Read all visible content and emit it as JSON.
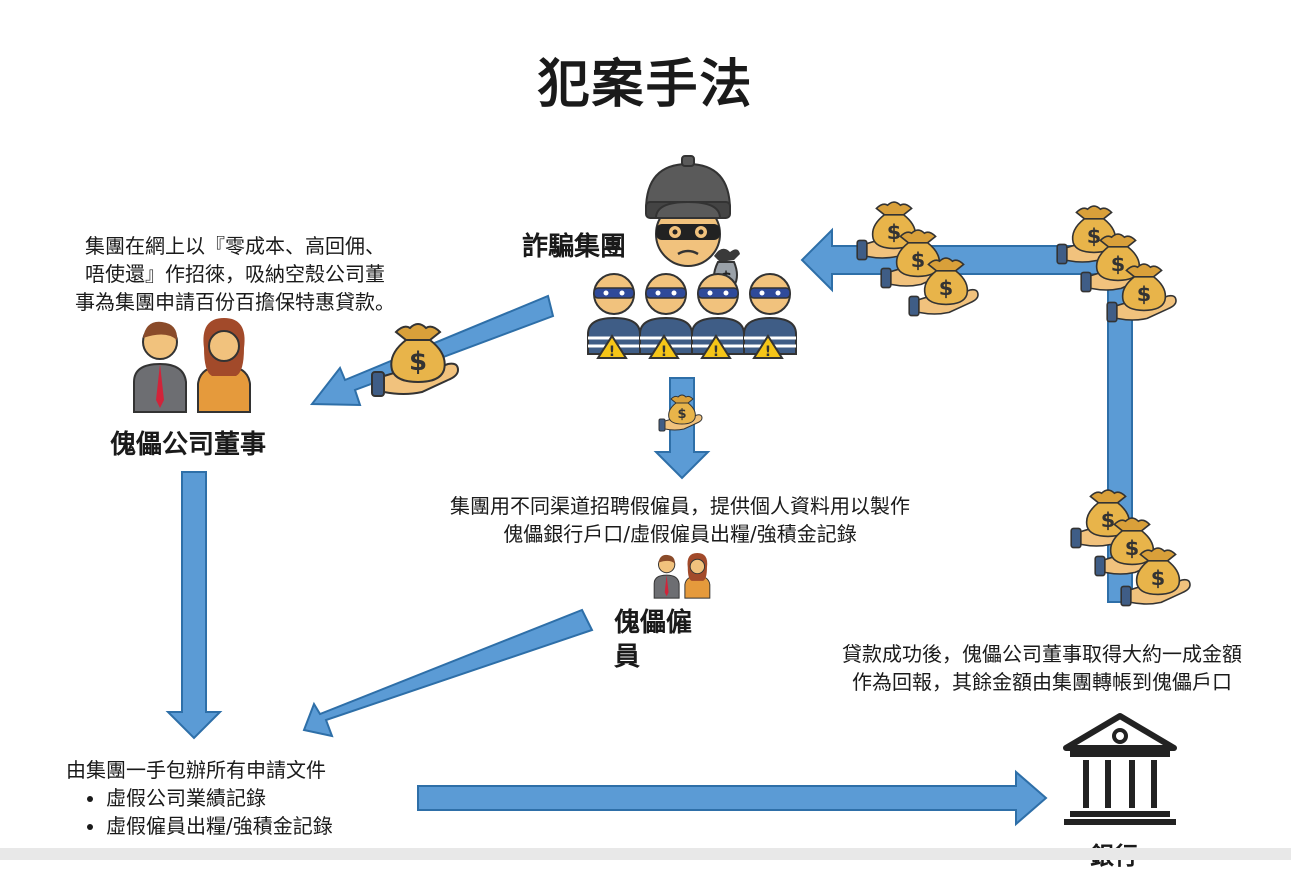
{
  "title": "犯案手法",
  "fraud_group": {
    "label": "詐騙集團"
  },
  "director": {
    "description_lines": [
      "集團在網上以『零成本、高回佣、",
      "唔使還』作招徠，吸納空殼公司董",
      "事為集團申請百份百擔保特惠貸款。"
    ],
    "label": "傀儡公司董事"
  },
  "employee": {
    "description_lines": [
      "集團用不同渠道招聘假僱員，提供個人資料用以製作",
      "傀儡銀行戶口/虛假僱員出糧/強積金記錄"
    ],
    "label_lines": [
      "傀儡僱",
      "員"
    ]
  },
  "documents": {
    "heading": "由集團一手包辦所有申請文件",
    "items": [
      "虛假公司業績記錄",
      "虛假僱員出糧/強積金記錄"
    ]
  },
  "payout": {
    "description_lines": [
      "貸款成功後，傀儡公司董事取得大約一成金額",
      "作為回報，其餘金額由集團轉帳到傀儡戶口"
    ]
  },
  "bank": {
    "label": "銀行"
  },
  "icons": {
    "robber": "robber-icon",
    "criminals": "criminal-group-icon",
    "money": "money-bag-hand-icon",
    "people": "business-people-icon",
    "bank": "bank-icon"
  },
  "colors": {
    "arrow": "#5b9bd5",
    "arrow_edge": "#2e6fa8",
    "money": "#e8b44a",
    "skin": "#f1c27d"
  }
}
